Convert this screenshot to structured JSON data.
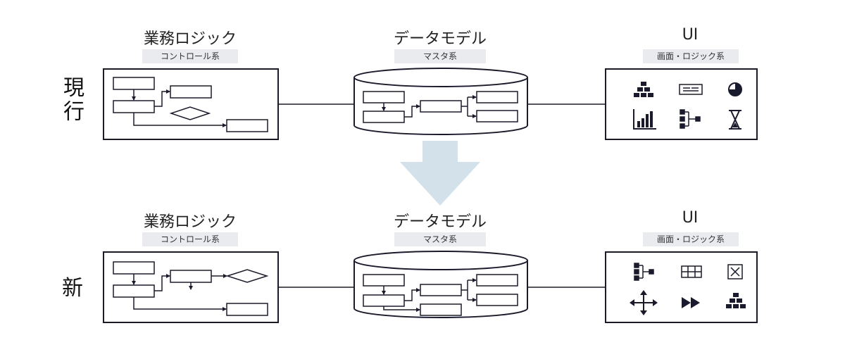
{
  "rows": [
    {
      "label": "現行",
      "logic": {
        "title": "業務ロジック",
        "subtitle": "コントロール系"
      },
      "data": {
        "title": "データモデル",
        "subtitle": "マスタ系"
      },
      "ui": {
        "title": "UI",
        "subtitle": "画面・ロジック系",
        "icons": [
          "hierarchy-blocks-icon",
          "form-field-icon",
          "pie-chart-icon",
          "bar-chart-icon",
          "tree-connector-icon",
          "hourglass-icon"
        ]
      }
    },
    {
      "label": "新",
      "logic": {
        "title": "業務ロジック",
        "subtitle": "コントロール系"
      },
      "data": {
        "title": "データモデル",
        "subtitle": "マスタ系"
      },
      "ui": {
        "title": "UI",
        "subtitle": "画面・ロジック系",
        "icons": [
          "tree-connector-icon",
          "grid-table-icon",
          "close-box-icon",
          "move-arrows-icon",
          "fast-forward-icon",
          "hierarchy-blocks-icon"
        ]
      }
    }
  ],
  "colors": {
    "ink": "#1a1a2e",
    "arrow": "#d3e1ea",
    "label_bg": "#e9ebef"
  }
}
